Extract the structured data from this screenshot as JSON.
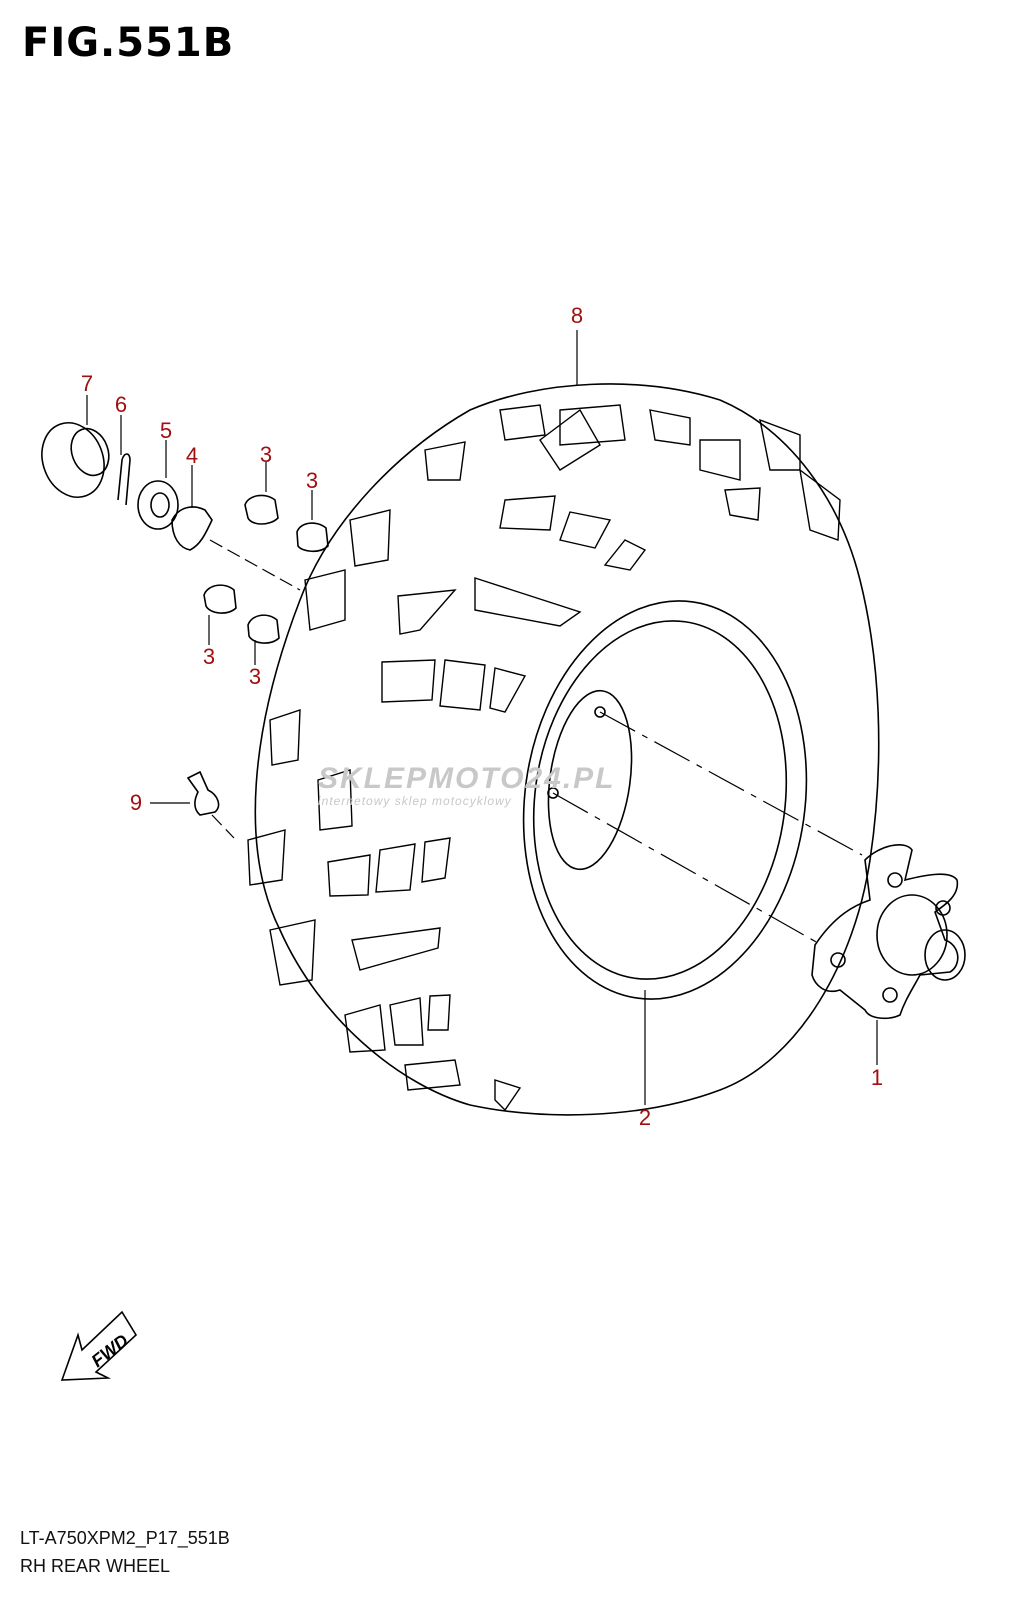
{
  "figure": {
    "title": "FIG.551B"
  },
  "callouts": [
    "1",
    "2",
    "3",
    "3",
    "3",
    "3",
    "4",
    "5",
    "6",
    "7",
    "8",
    "9"
  ],
  "footer": {
    "code": "LT-A750XPM2_P17_551B",
    "name": "RH REAR WHEEL"
  },
  "watermark": {
    "brand": "SKLEPMOTO24.PL",
    "tagline": "internetowy sklep motocyklowy"
  },
  "fwd_label": "FWD",
  "colors": {
    "callout": "#a01010",
    "line": "#000000",
    "watermark": "#c8c8c8"
  }
}
